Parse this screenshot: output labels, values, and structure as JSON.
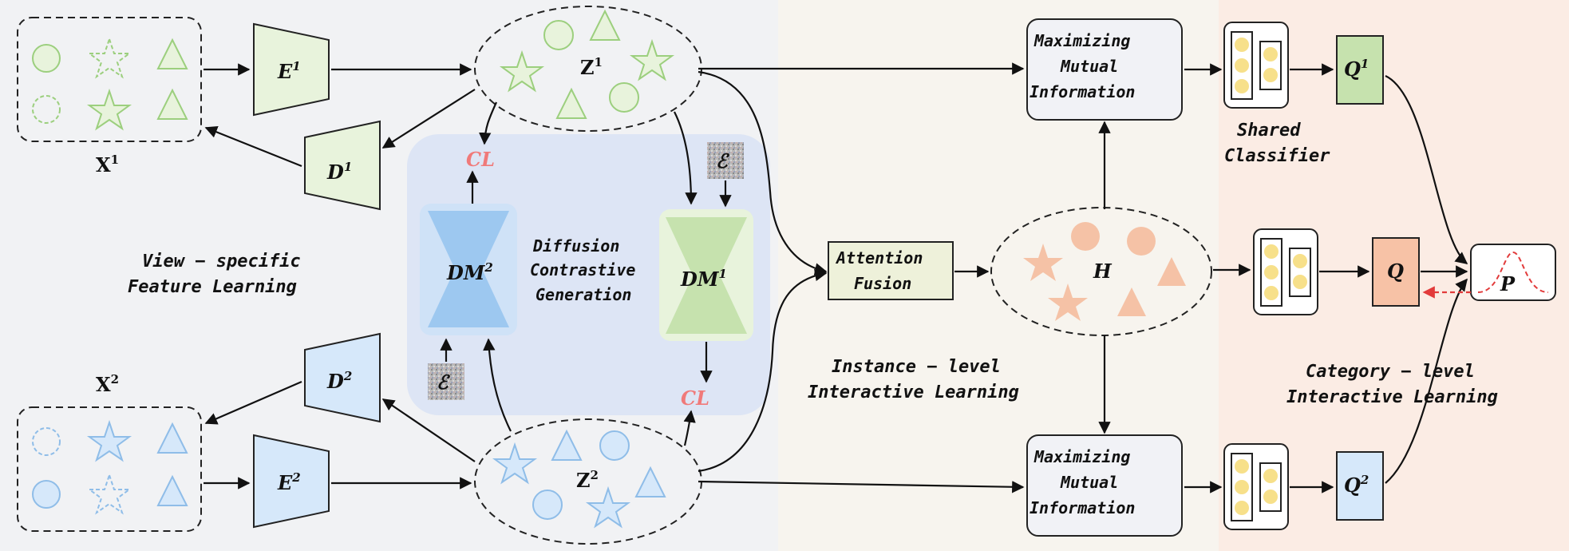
{
  "views": {
    "x1_label": "X",
    "x1_sup": "1",
    "x2_label": "X",
    "x2_sup": "2",
    "z1_label": "Z",
    "z1_sup": "1",
    "z2_label": "Z",
    "z2_sup": "2"
  },
  "encoders": {
    "e1": "E",
    "e1_sup": "1",
    "e2": "E",
    "e2_sup": "2",
    "d1": "D",
    "d1_sup": "1",
    "d2": "D",
    "d2_sup": "2"
  },
  "diffusion": {
    "dm2": "DM",
    "dm2_sup": "2",
    "dm1": "DM",
    "dm1_sup": "1",
    "title_line1": "Diffusion",
    "title_line2": "Contrastive",
    "title_line3": "Generation",
    "noise_symbol": "ℰ",
    "cl_label": "CL"
  },
  "sections": {
    "view_specific_line1": "View − specific",
    "view_specific_line2": "Feature Learning",
    "instance_line1": "Instance − level",
    "instance_line2": "Interactive Learning",
    "category_line1": "Category − level",
    "category_line2": "Interactive Learning"
  },
  "modules": {
    "mmi_line1": "Maximizing",
    "mmi_line2": "Mutual",
    "mmi_line3": "Information",
    "attention_line1": "Attention",
    "attention_line2": "Fusion",
    "h_label": "H",
    "shared_line1": "Shared",
    "shared_line2": "Classifier"
  },
  "outputs": {
    "q1": "Q",
    "q1_sup": "1",
    "q": "Q",
    "q2": "Q",
    "q2_sup": "2",
    "p": "P"
  },
  "colors": {
    "green_fill": "#e8f3dc",
    "green_stroke": "#9ccf7e",
    "green_dark": "#c8e3b3",
    "blue_fill": "#d6e8fa",
    "blue_stroke": "#8fbde8",
    "orange": "#f5c2a6",
    "cl_red": "#f07a7a",
    "yellow": "#f7e08a",
    "bg_left": "#f1f2f4",
    "bg_mid": "#f7f4ee",
    "bg_right": "#fbece4",
    "diffusion_panel": "#dfe6f6"
  }
}
